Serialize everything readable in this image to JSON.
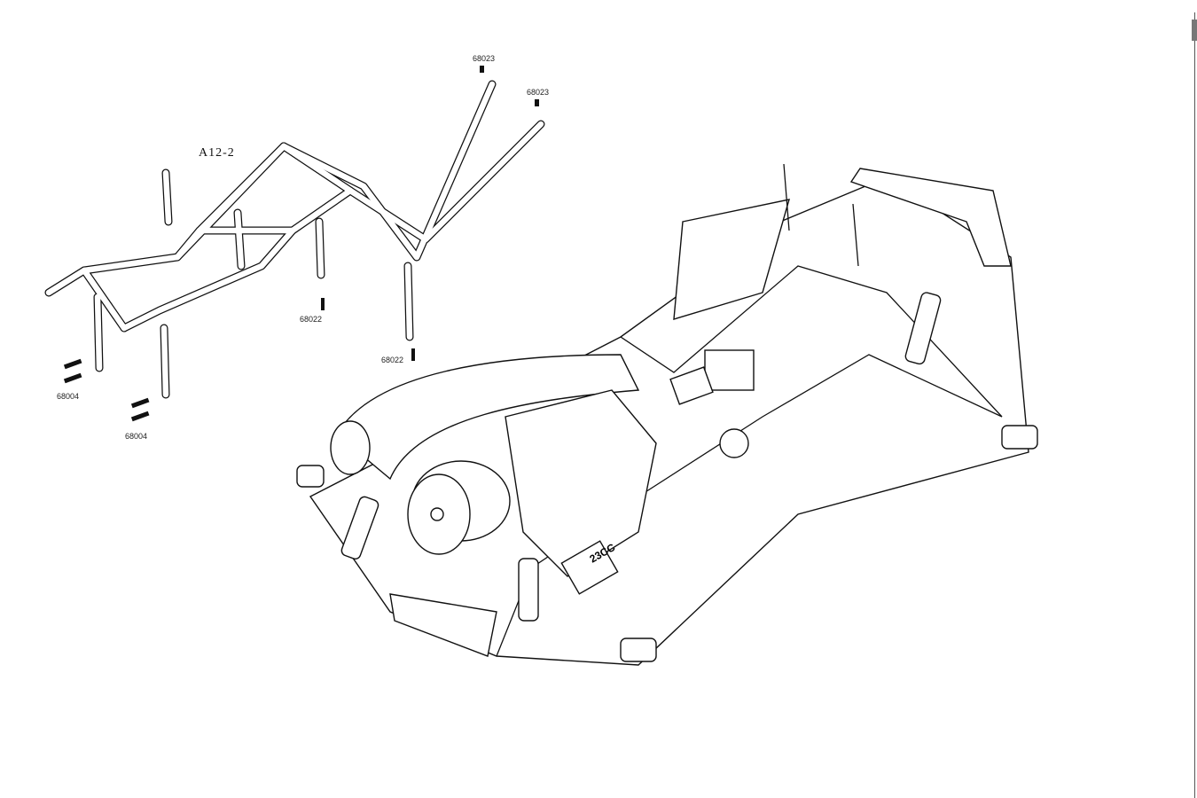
{
  "diagram": {
    "step_label": "A12-2",
    "parts": [
      {
        "code": "68023"
      },
      {
        "code": "68023"
      },
      {
        "code": "68022"
      },
      {
        "code": "68022"
      },
      {
        "code": "68004"
      },
      {
        "code": "68004"
      }
    ],
    "engine_marking": "23CC"
  }
}
